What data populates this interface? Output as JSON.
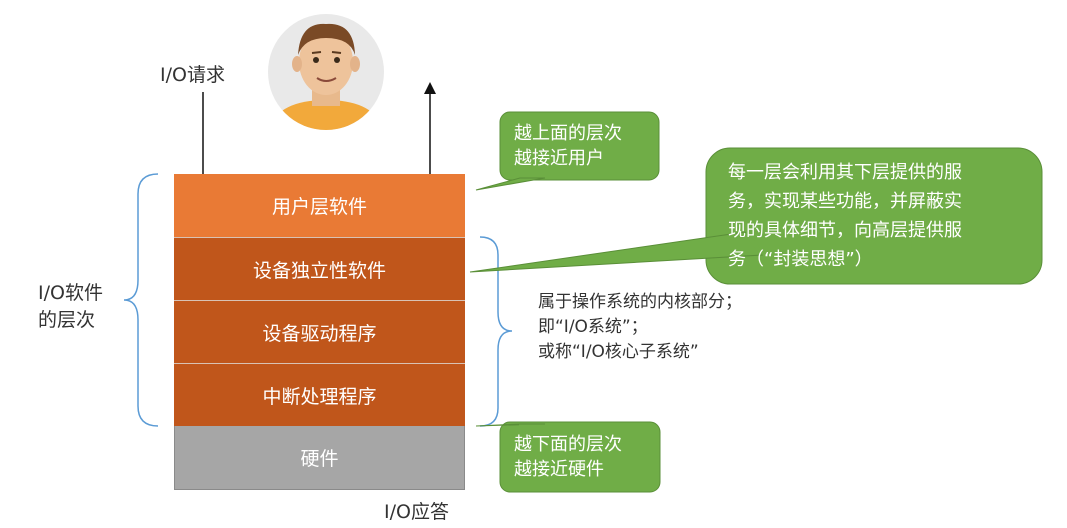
{
  "request_label": "I/O请求",
  "response_label": "I/O应答",
  "left_group_label_line1": "I/O软件",
  "left_group_label_line2": "的层次",
  "layers": [
    {
      "label": "用户层软件"
    },
    {
      "label": "设备独立性软件"
    },
    {
      "label": "设备驱动程序"
    },
    {
      "label": "中断处理程序"
    },
    {
      "label": "硬件"
    }
  ],
  "callout_top": {
    "line1": "越上面的层次",
    "line2": "越接近用户"
  },
  "callout_bottom": {
    "line1": "越下面的层次",
    "line2": "越接近硬件"
  },
  "callout_right": {
    "line1": "每一层会利用其下层提供的服",
    "line2": "务，实现某些功能，并屏蔽实",
    "line3": "现的具体细节，向高层提供服",
    "line4": "务（“封装思想”）"
  },
  "kernel_note": {
    "line1": "属于操作系统的内核部分；",
    "line2": "即“I/O系统”；",
    "line3": "或称“I/O核心子系统”"
  },
  "colors": {
    "user_layer": "#e97a35",
    "kernel_layers": "#c0561b",
    "hardware_layer": "#a6a6a6",
    "callout_green": "#70ad47",
    "bracket_blue": "#5b9bd5"
  },
  "icons": {
    "avatar": "user-face-avatar"
  }
}
